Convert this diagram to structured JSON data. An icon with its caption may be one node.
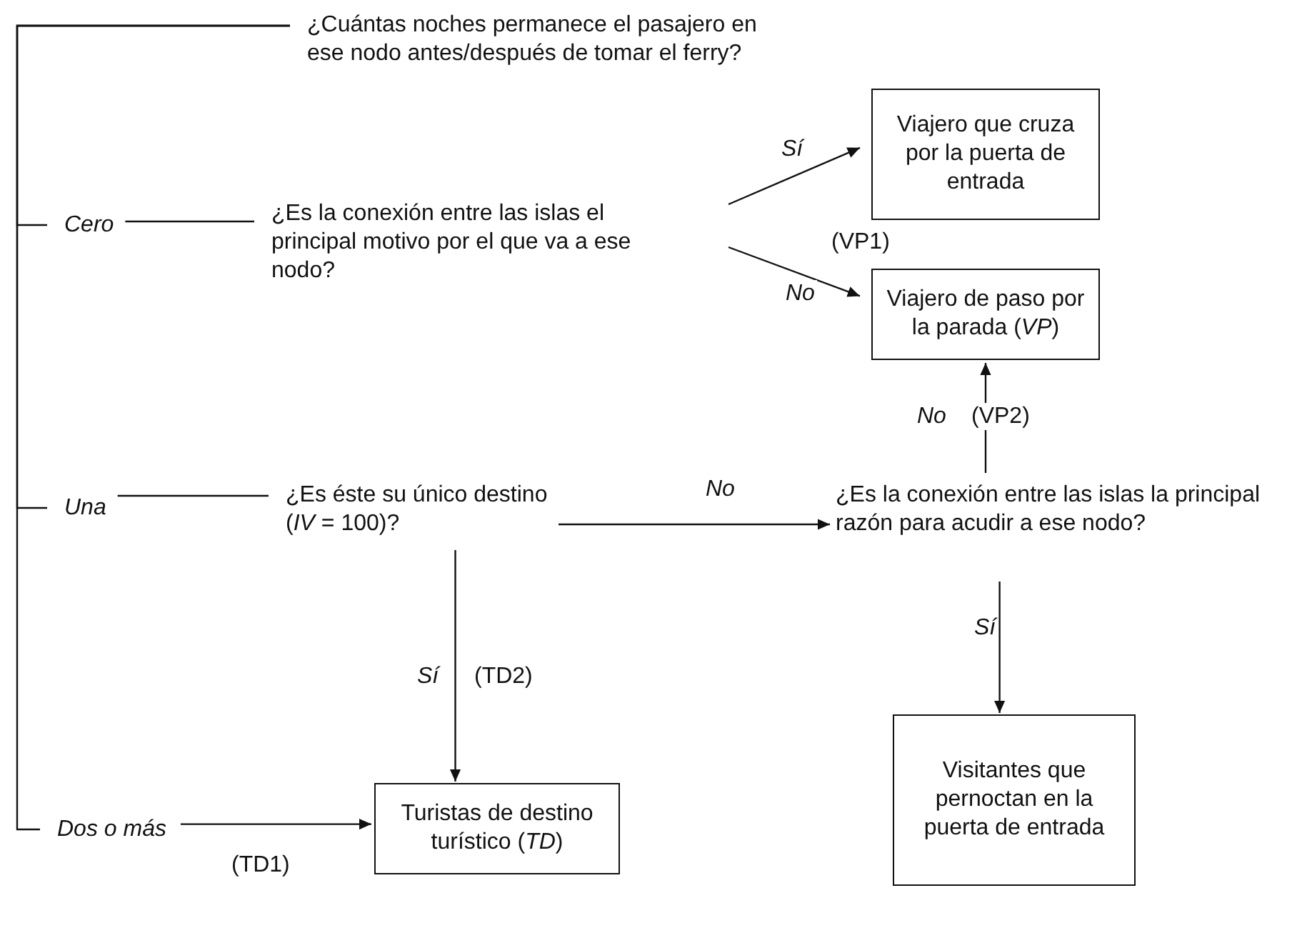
{
  "diagram": {
    "nodes": [
      {
        "text": [
          "¿Cuántas noches permanece el pasajero en ese nodo antes/después de tomar el ferry?"
        ]
      },
      {
        "text": [
          "Cero"
        ]
      },
      {
        "text": [
          "¿Es la conexión entre las islas el principal motivo por el que va a ese nodo?"
        ]
      },
      {
        "text": [
          "Viajero que cruza por la puerta de entrada"
        ]
      },
      {
        "text": [
          "Viajero de paso por la parada (*VP*)"
        ]
      },
      {
        "text": [
          "Una"
        ]
      },
      {
        "text": [
          "¿Es éste su único destino (*IV* = 100)?"
        ]
      },
      {
        "text": [
          "¿Es la conexión entre las islas la principal razón para acudir a ese nodo?"
        ]
      },
      {
        "text": [
          "Dos o más"
        ]
      },
      {
        "text": [
          "Turistas de destino turístico (*TD*)"
        ]
      },
      {
        "text": [
          "Visitantes que pernoctan en la puerta de entrada"
        ]
      }
    ],
    "edges": [
      {
        "from": 0,
        "to": 1,
        "arrow": "none"
      },
      {
        "from": 0,
        "to": 5,
        "arrow": "none"
      },
      {
        "from": 0,
        "to": 8,
        "arrow": "none"
      },
      {
        "from": 1,
        "to": 2,
        "arrow": "none"
      },
      {
        "from": 2,
        "to": 3,
        "arrow": "to",
        "label": "Sí"
      },
      {
        "from": 2,
        "to": 4,
        "arrow": "to",
        "label": "No"
      },
      {
        "from": 5,
        "to": 6,
        "arrow": "none"
      },
      {
        "from": 6,
        "to": 7,
        "arrow": "to",
        "label": "No"
      },
      {
        "from": 7,
        "to": 4,
        "arrow": "to",
        "label": "No"
      },
      {
        "from": 6,
        "to": 9,
        "arrow": "to",
        "label": "Sí"
      },
      {
        "from": 7,
        "to": 10,
        "arrow": "to",
        "label": "Sí"
      },
      {
        "from": 8,
        "to": 9,
        "arrow": "to"
      }
    ],
    "labels": [
      "(VP1)",
      "(VP2)",
      "(TD2)",
      "(TD1)"
    ]
  }
}
